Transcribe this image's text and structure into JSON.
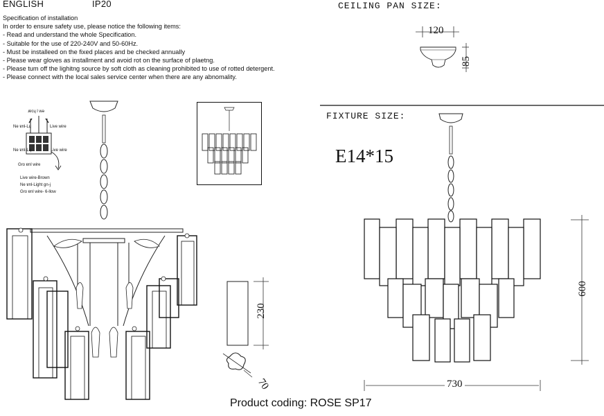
{
  "header": {
    "language": "ENGLISH",
    "ip_rating": "IP20"
  },
  "spec": {
    "title": "Specification of installation",
    "intro": "In order to ensure safety use, please notice the following items:",
    "items": [
      "- Read and understand the whole Specification.",
      "- Suitable for the use of 220-240V and 50-60Hz.",
      "- Must be installeed on the fixed places and be checked annually",
      "- Please wear gloves as installment and avoid rot on the surface of plaetng.",
      "- Please tum off the lighitng source by soft cloth as cleaning prohibited to use of rotted detergent.",
      "- Please connect with the local sales service center when there are any abnomality."
    ]
  },
  "wiring": {
    "labels": {
      "live_top": "ɹɐcɥ l wə",
      "neutral_left": "Ne ɐnl-Lɥ",
      "live_right": "Live wire",
      "neutral_left2": "Ne ɐnl-Lɥ",
      "live_right2": "Live wire",
      "ground": "Gro ɐnl wire"
    },
    "legend": [
      "Live wire-Brown",
      "Ne ɐnl-Light gn-j",
      "Gro ɐnl wire- 6-llow"
    ]
  },
  "ceiling_pan": {
    "title": "CEILING PAN SIZE:",
    "width": "120",
    "height": "85"
  },
  "fixture": {
    "title": "FIXTURE SIZE:",
    "bulb": "E14*15",
    "height": "600",
    "width": "730"
  },
  "crystal": {
    "height": "230",
    "depth": "70"
  },
  "footer": {
    "product_coding": "Product coding: ROSE SP17"
  }
}
